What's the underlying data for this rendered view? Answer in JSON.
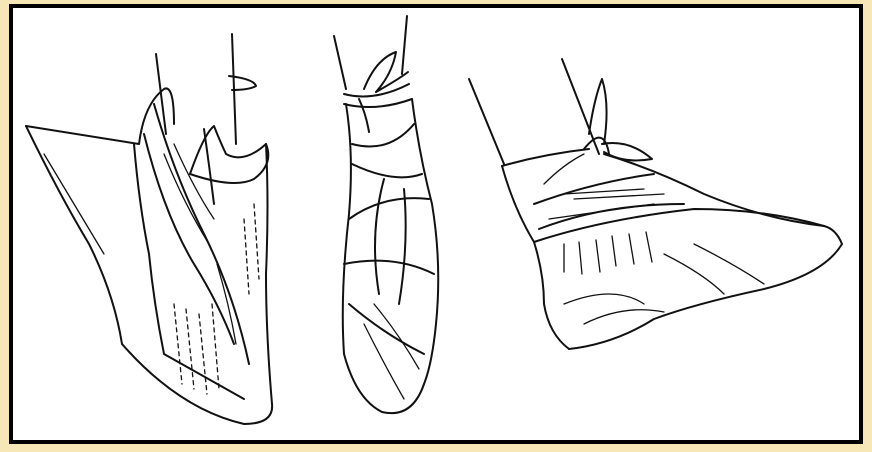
{
  "illustration": {
    "subject": "",
    "panels": [
      {
        "id": "panel-1",
        "icon": "bandaged-foot-side-view-icon"
      },
      {
        "id": "panel-2",
        "icon": "bandaged-foot-front-view-icon"
      },
      {
        "id": "panel-3",
        "icon": "bandaged-foot-tied-knot-icon"
      }
    ],
    "colors": {
      "page_background": "#f7e6b6",
      "frame_border": "#000000",
      "canvas": "#ffffff",
      "ink": "#111111"
    }
  }
}
